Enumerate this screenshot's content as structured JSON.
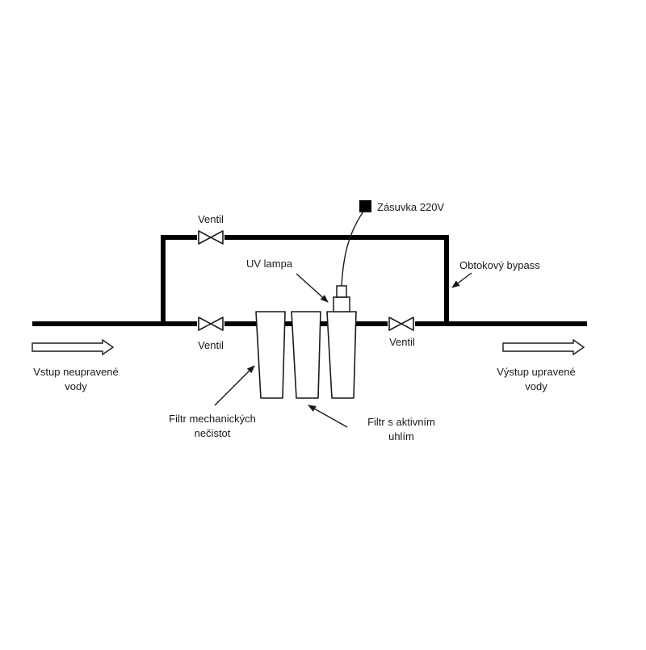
{
  "labels": {
    "valve_top": "Ventil",
    "valve_bottom_left": "Ventil",
    "valve_bottom_right": "Ventil",
    "uv_lamp": "UV lampa",
    "socket": "Zásuvka 220V",
    "bypass": "Obtokový bypass",
    "inlet_line1": "Vstup neupravené",
    "inlet_line2": "vody",
    "outlet_line1": "Výstup upravené",
    "outlet_line2": "vody",
    "mech_filter_line1": "Filtr mechanických",
    "mech_filter_line2": "nečistot",
    "carbon_filter_line1": "Filtr s aktivním",
    "carbon_filter_line2": "uhlím"
  },
  "colors": {
    "pipe": "#000000",
    "outline": "#1a1a1a",
    "fill": "#ffffff"
  }
}
